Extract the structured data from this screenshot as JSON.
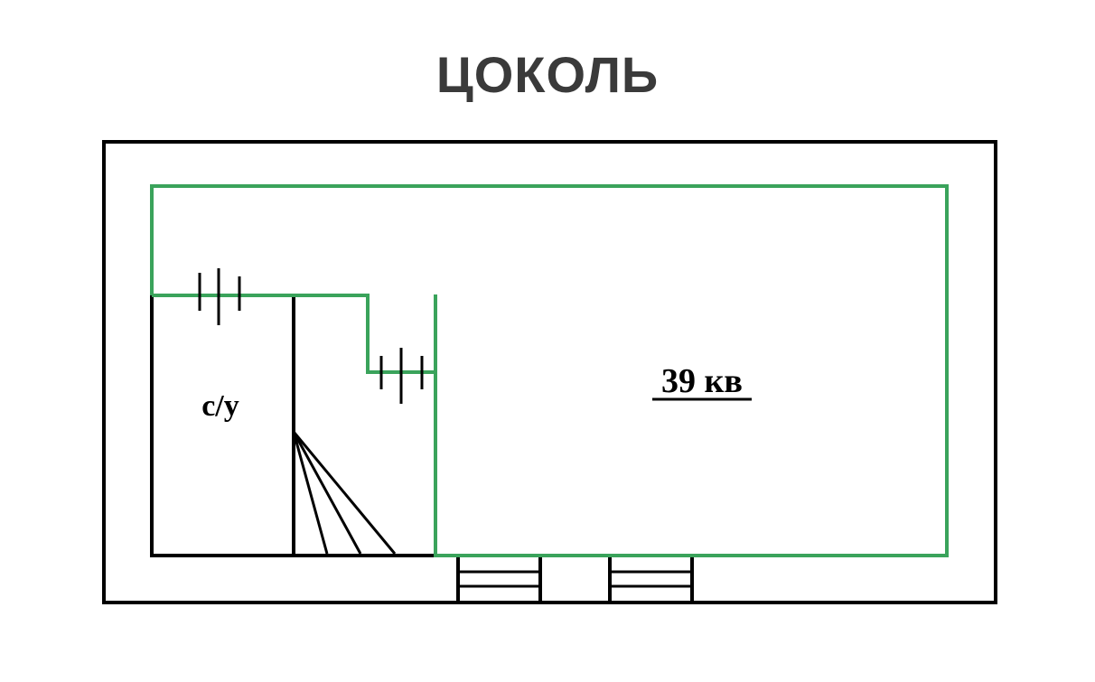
{
  "title": "ЦОКОЛЬ",
  "rooms": {
    "bathroom_label": "с/у",
    "main_label": "39 кв"
  },
  "colors": {
    "title": "#3a3a3a",
    "wall": "#000000",
    "boundary": "#3aa35b",
    "background": "#ffffff"
  }
}
